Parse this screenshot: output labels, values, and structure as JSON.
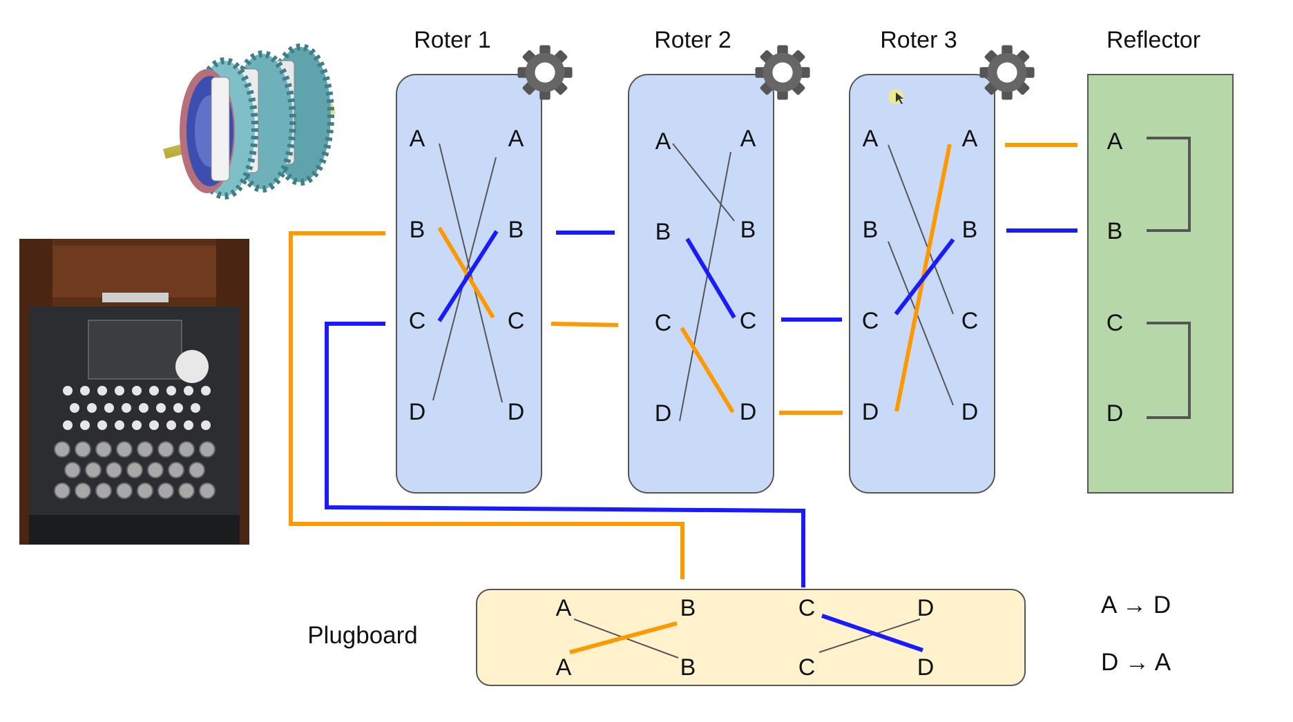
{
  "titles": {
    "rotor1": "Roter 1",
    "rotor2": "Roter 2",
    "rotor3": "Roter 3",
    "reflector": "Reflector",
    "plugboard": "Plugboard"
  },
  "letters": [
    "A",
    "B",
    "C",
    "D"
  ],
  "mapping": [
    "A → D",
    "D → A"
  ],
  "colors": {
    "rotor_fill": "#c9daf8",
    "rotor_stroke": "#555555",
    "reflector_fill": "#b6d7a8",
    "plugboard_fill": "#fff2cc",
    "signal_forward": "#ff9900",
    "signal_return": "#1a1aff",
    "wire": "#555555"
  },
  "icons": {
    "gear": "gear-icon",
    "rotor_assembly": "rotor-assembly-illustration",
    "enigma_machine": "enigma-machine-photo"
  }
}
